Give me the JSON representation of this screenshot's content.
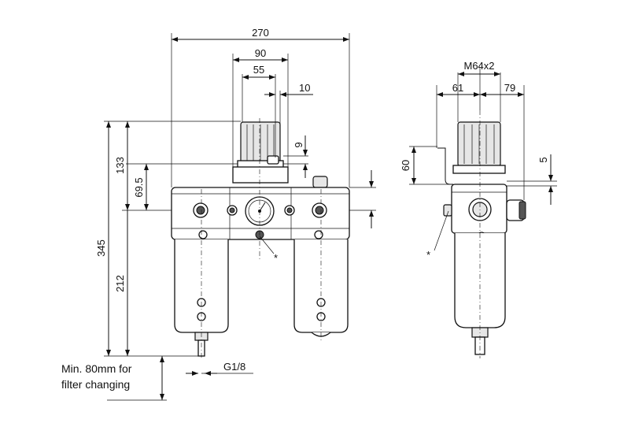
{
  "dimensions": {
    "overall_width": "270",
    "width_90": "90",
    "width_55": "55",
    "width_10": "10",
    "height_9": "9",
    "height_133": "133",
    "height_69_5": "69.5",
    "height_345": "345",
    "height_212": "212",
    "thread_m64": "M64x2",
    "width_61": "61",
    "width_79": "79",
    "height_60": "60",
    "height_5": "5",
    "port_thread": "G1/8"
  },
  "notes": {
    "clearance_line1": "Min. 80mm for",
    "clearance_line2": "filter changing",
    "asterisk_front": "*",
    "asterisk_side": "*"
  }
}
